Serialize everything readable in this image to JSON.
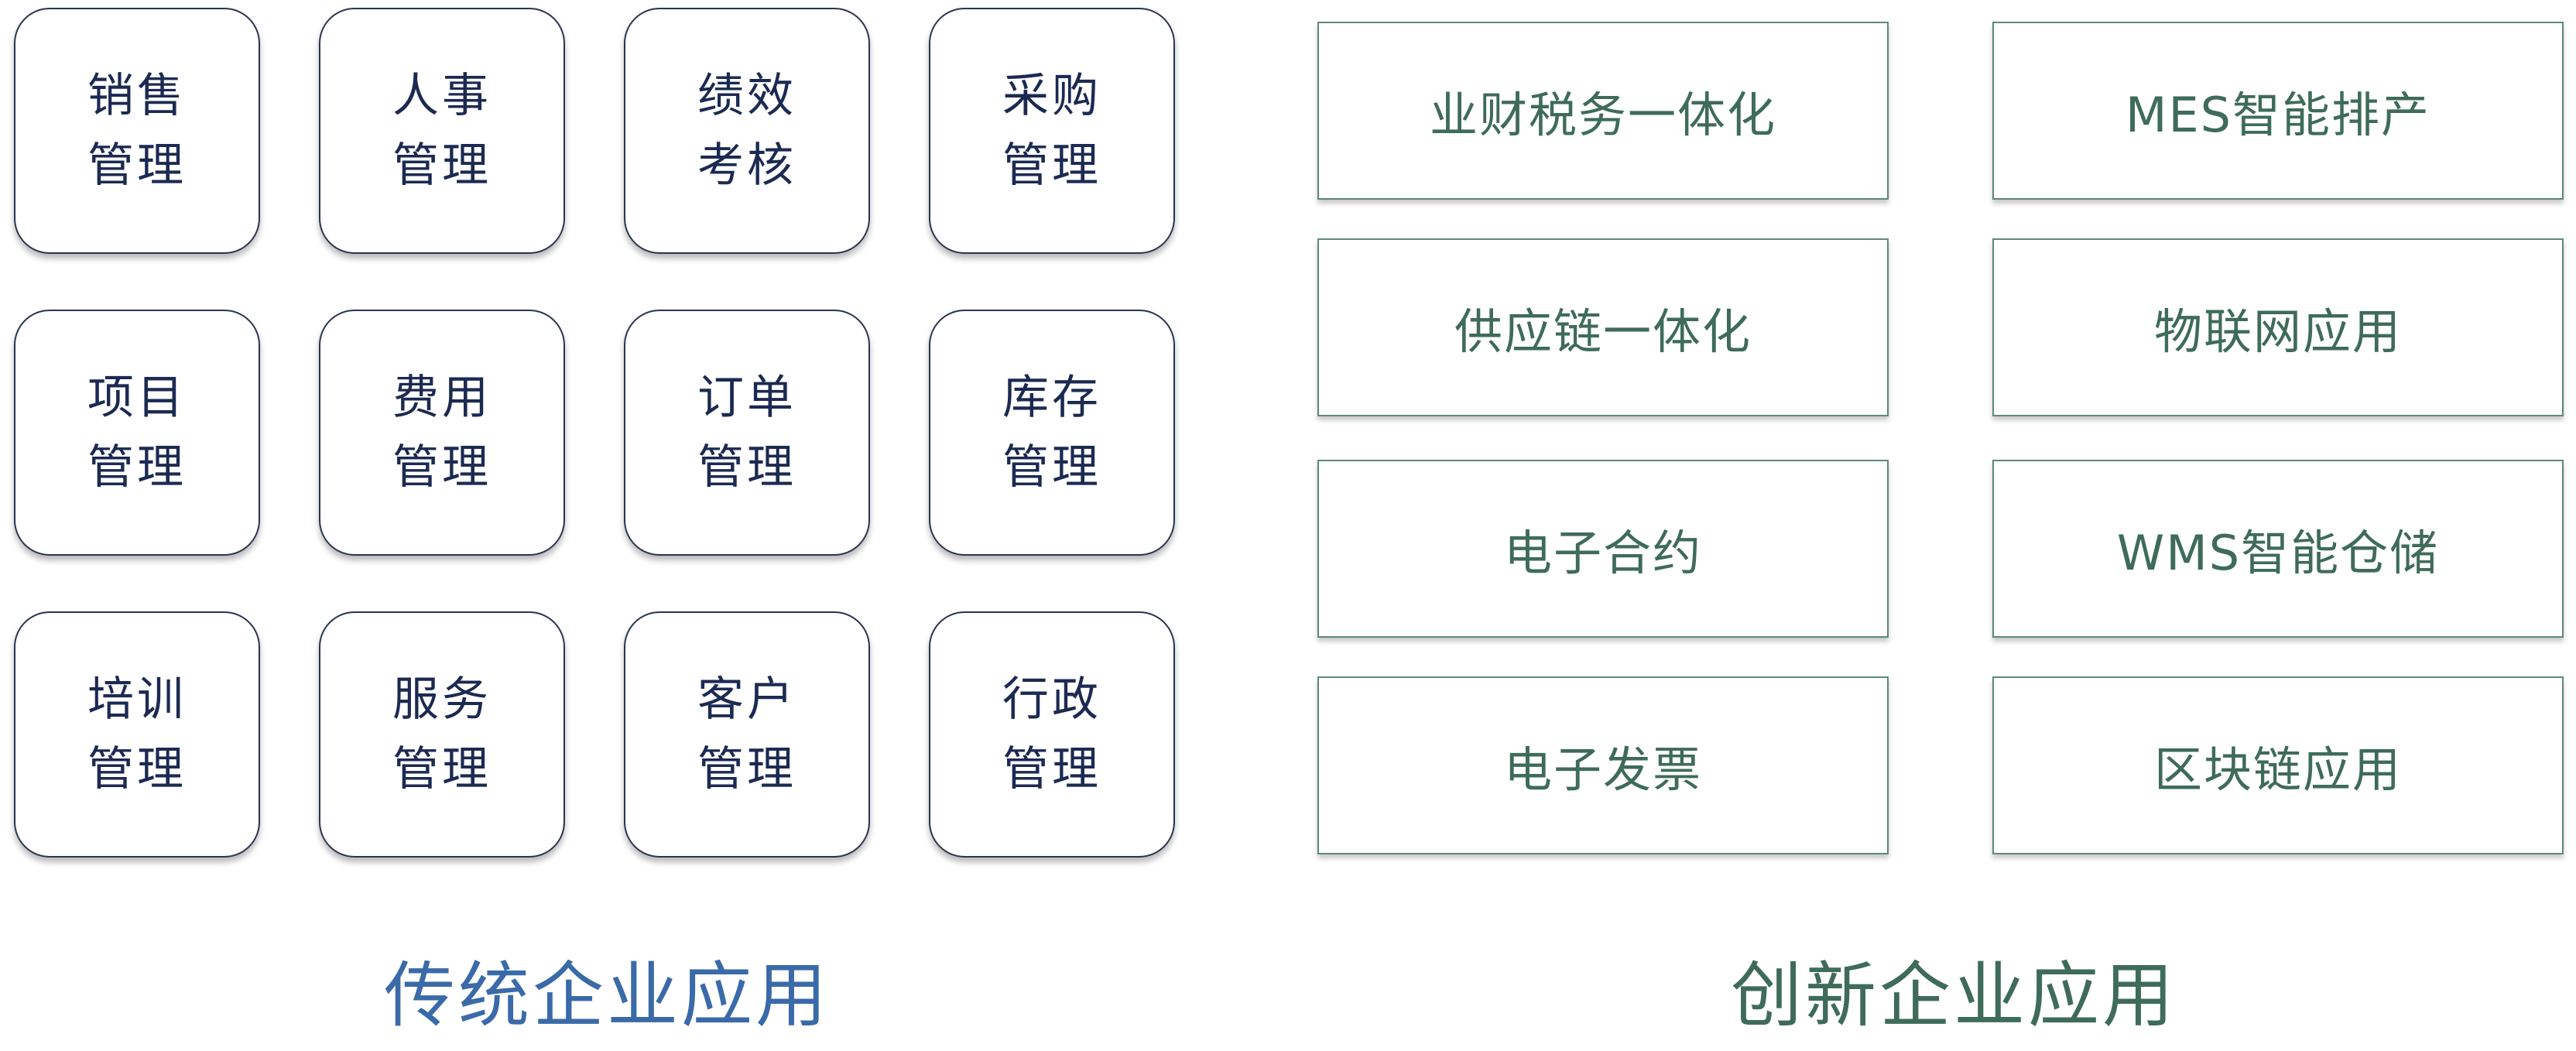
{
  "traditional": {
    "title": "传统企业应用",
    "tiles": [
      {
        "line1": "销售",
        "line2": "管理"
      },
      {
        "line1": "人事",
        "line2": "管理"
      },
      {
        "line1": "绩效",
        "line2": "考核"
      },
      {
        "line1": "采购",
        "line2": "管理"
      },
      {
        "line1": "项目",
        "line2": "管理"
      },
      {
        "line1": "费用",
        "line2": "管理"
      },
      {
        "line1": "订单",
        "line2": "管理"
      },
      {
        "line1": "库存",
        "line2": "管理"
      },
      {
        "line1": "培训",
        "line2": "管理"
      },
      {
        "line1": "服务",
        "line2": "管理"
      },
      {
        "line1": "客户",
        "line2": "管理"
      },
      {
        "line1": "行政",
        "line2": "管理"
      }
    ]
  },
  "innovative": {
    "title": "创新企业应用",
    "boxes": [
      "业财税务一体化",
      "MES智能排产",
      "供应链一体化",
      "物联网应用",
      "电子合约",
      "WMS智能仓储",
      "电子发票",
      "区块链应用"
    ]
  },
  "colors": {
    "traditional_text": "#1c2a52",
    "traditional_title": "#3a6aa8",
    "innovative_text": "#3f6b5a",
    "innovative_border": "#5d8a76"
  }
}
